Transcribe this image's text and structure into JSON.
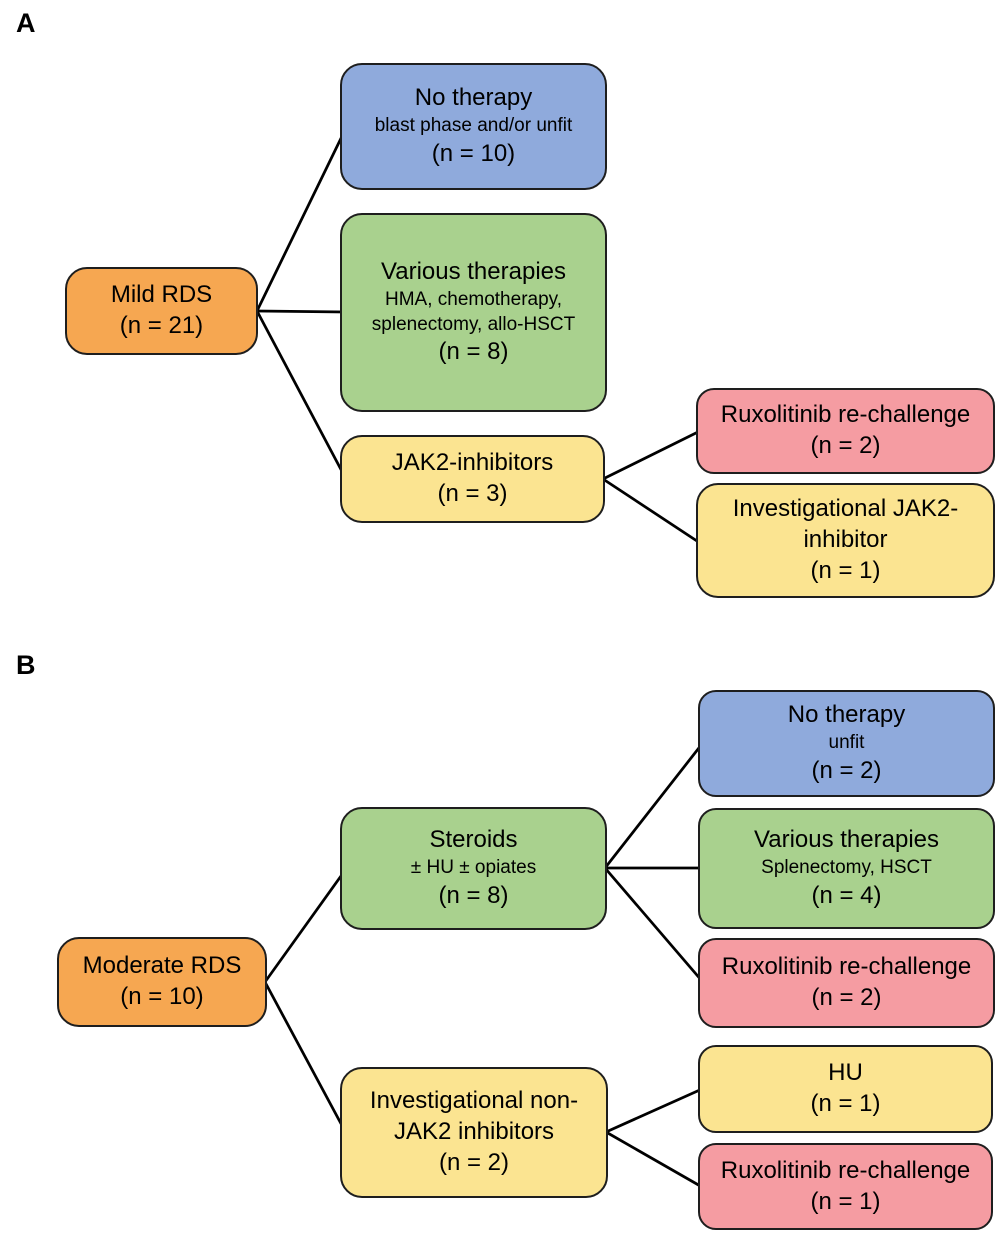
{
  "colors": {
    "orange": "#F6A751",
    "blue": "#8FAADC",
    "green": "#A9D18E",
    "yellow": "#FBE491",
    "pink": "#F59CA2"
  },
  "panels": {
    "a": {
      "label": "A",
      "nodes": {
        "root": {
          "title": "Mild RDS",
          "count": "(n = 21)"
        },
        "no_therapy": {
          "title": "No therapy",
          "subtitle": "blast phase and/or unfit",
          "count": "(n = 10)"
        },
        "various": {
          "title": "Various therapies",
          "subtitle": "HMA, chemotherapy, splenectomy, allo-HSCT",
          "count": "(n = 8)"
        },
        "jak2": {
          "title": "JAK2-inhibitors",
          "count": "(n = 3)"
        },
        "rux": {
          "title": "Ruxolitinib re-challenge",
          "count": "(n = 2)"
        },
        "inv_jak2": {
          "title": "Investigational JAK2-inhibitor",
          "count": "(n = 1)"
        }
      },
      "edges": [
        {
          "from": "root",
          "to": "no_therapy"
        },
        {
          "from": "root",
          "to": "various"
        },
        {
          "from": "root",
          "to": "jak2"
        },
        {
          "from": "jak2",
          "to": "rux"
        },
        {
          "from": "jak2",
          "to": "inv_jak2"
        }
      ]
    },
    "b": {
      "label": "B",
      "nodes": {
        "root": {
          "title": "Moderate RDS",
          "count": "(n = 10)"
        },
        "steroids": {
          "title": "Steroids",
          "subtitle": "± HU ± opiates",
          "count": "(n = 8)"
        },
        "inv_non_jak2": {
          "title": "Investigational non-JAK2 inhibitors",
          "count": "(n = 2)"
        },
        "no_therapy": {
          "title": "No therapy",
          "subtitle": "unfit",
          "count": "(n = 2)"
        },
        "various": {
          "title": "Various therapies",
          "subtitle": "Splenectomy, HSCT",
          "count": "(n = 4)"
        },
        "rux_steroids": {
          "title": "Ruxolitinib re-challenge",
          "count": "(n = 2)"
        },
        "hu": {
          "title": "HU",
          "count": "(n = 1)"
        },
        "rux_inv": {
          "title": "Ruxolitinib re-challenge",
          "count": "(n = 1)"
        }
      },
      "edges": [
        {
          "from": "root",
          "to": "steroids"
        },
        {
          "from": "root",
          "to": "inv_non_jak2"
        },
        {
          "from": "steroids",
          "to": "no_therapy"
        },
        {
          "from": "steroids",
          "to": "various"
        },
        {
          "from": "steroids",
          "to": "rux_steroids"
        },
        {
          "from": "inv_non_jak2",
          "to": "hu"
        },
        {
          "from": "inv_non_jak2",
          "to": "rux_inv"
        }
      ]
    }
  }
}
